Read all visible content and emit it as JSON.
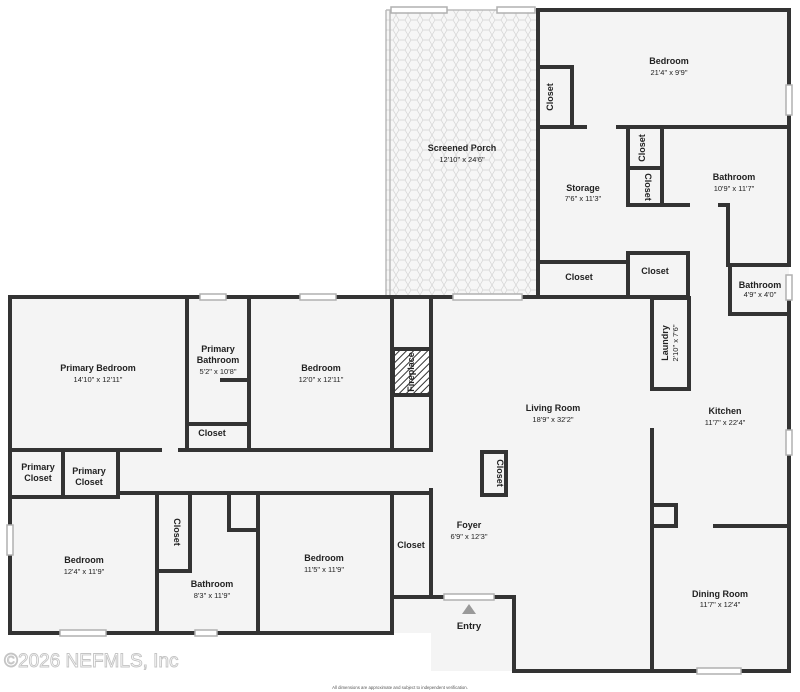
{
  "rooms": {
    "bedroom_top": {
      "name": "Bedroom",
      "dim": "21'4\" x 9'9\""
    },
    "screened_porch": {
      "name": "Screened Porch",
      "dim": "12'10\" x 24'6\""
    },
    "closet_top": {
      "name": "Closet"
    },
    "closet_v1": {
      "name": "Closet"
    },
    "closet_v2": {
      "name": "Closet"
    },
    "bathroom_right": {
      "name": "Bathroom",
      "dim": "10'9\" x 11'7\""
    },
    "storage": {
      "name": "Storage",
      "dim": "7'6\" x 11'3\""
    },
    "closet_mid1": {
      "name": "Closet"
    },
    "closet_mid2": {
      "name": "Closet"
    },
    "bathroom_small": {
      "name": "Bathroom",
      "dim": "4'9\" x 4'0\""
    },
    "primary_bedroom": {
      "name": "Primary Bedroom",
      "dim": "14'10\" x 12'11\""
    },
    "primary_bathroom": {
      "name1": "Primary",
      "name2": "Bathroom",
      "dim": "5'2\" x 10'8\""
    },
    "bedroom_mid": {
      "name": "Bedroom",
      "dim": "12'0\" x 12'11\""
    },
    "fireplace": {
      "name": "Fireplace"
    },
    "laundry": {
      "name": "Laundry",
      "dim": "2'10\" x 7'6\""
    },
    "living_room": {
      "name": "Living Room",
      "dim": "18'9\" x 32'2\""
    },
    "kitchen": {
      "name": "Kitchen",
      "dim": "11'7\" x 22'4\""
    },
    "closet_pb": {
      "name": "Closet"
    },
    "primary_closet1": {
      "name1": "Primary",
      "name2": "Closet"
    },
    "primary_closet2": {
      "name1": "Primary",
      "name2": "Closet"
    },
    "closet_foyer": {
      "name": "Closet"
    },
    "bedroom_left": {
      "name": "Bedroom",
      "dim": "12'4\" x 11'9\""
    },
    "closet_bl": {
      "name": "Closet"
    },
    "bathroom_lower": {
      "name": "Bathroom",
      "dim": "8'3\" x 11'9\""
    },
    "bedroom_center": {
      "name": "Bedroom",
      "dim": "11'5\" x 11'9\""
    },
    "closet_right_lower": {
      "name": "Closet"
    },
    "foyer": {
      "name": "Foyer",
      "dim": "6'9\" x 12'3\""
    },
    "dining_room": {
      "name": "Dining Room",
      "dim": "11'7\" x 12'4\""
    }
  },
  "entry_label": "Entry",
  "watermark": "©2026 NEFMLS, Inc",
  "disclaimer": "All dimensions are approximate and subject to independent verification.",
  "colors": {
    "wall": "#333333",
    "floor": "#f4f4f4",
    "porch": "#f6f6f6",
    "pattern": "#d2d2d2",
    "window": "#b8b8b8"
  }
}
